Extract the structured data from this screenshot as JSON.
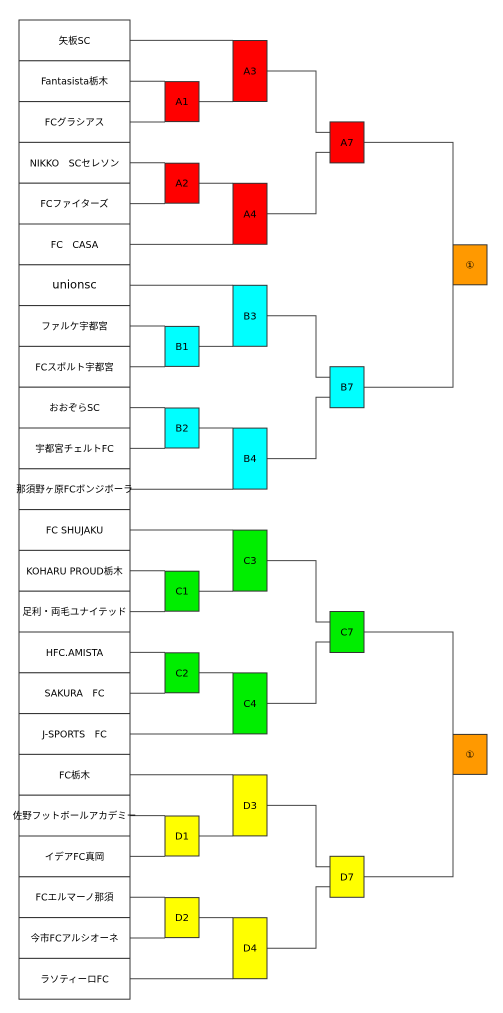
{
  "teams": [
    "矢板SC",
    "Fantasista栃木",
    "FCグラシアス",
    "NIKKO　SCセレソン",
    "FCファイターズ",
    "FC　CASA",
    "unionsc",
    "ファルケ宇都宮",
    "FCスポルト宇都宮",
    "おおぞらSC",
    "宇都宮チェルトFC",
    "那須野ヶ原FCボンジボーラ",
    "FC SHUJAKU",
    "KOHARU PROUD栃木",
    "足利・両毛ユナイテッド",
    "HFC.AMISTA",
    "SAKURA　FC",
    "J-SPORTS　FC",
    "FC栃木",
    "佐野フットボールアカデミー",
    "イデアFC真岡",
    "FCエルマーノ那須",
    "今市FCアルシオーネ",
    "ラソティーロFC"
  ],
  "colors": {
    "A": "#ff0000",
    "B": "#00ffff",
    "C": "#00ee00",
    "D": "#ffff00",
    "final": "#ff9900"
  },
  "matches": [
    {
      "label": "A1",
      "group": "A"
    },
    {
      "label": "A2",
      "group": "A"
    },
    {
      "label": "A3",
      "group": "A"
    },
    {
      "label": "A4",
      "group": "A"
    },
    {
      "label": "A7",
      "group": "A"
    },
    {
      "label": "B1",
      "group": "B"
    },
    {
      "label": "B2",
      "group": "B"
    },
    {
      "label": "B3",
      "group": "B"
    },
    {
      "label": "B4",
      "group": "B"
    },
    {
      "label": "B7",
      "group": "B"
    },
    {
      "label": "C1",
      "group": "C"
    },
    {
      "label": "C2",
      "group": "C"
    },
    {
      "label": "C3",
      "group": "C"
    },
    {
      "label": "C4",
      "group": "C"
    },
    {
      "label": "C7",
      "group": "C"
    },
    {
      "label": "D1",
      "group": "D"
    },
    {
      "label": "D2",
      "group": "D"
    },
    {
      "label": "D3",
      "group": "D"
    },
    {
      "label": "D4",
      "group": "D"
    },
    {
      "label": "D7",
      "group": "D"
    },
    {
      "label": "①",
      "group": "final"
    },
    {
      "label": "①",
      "group": "final"
    }
  ]
}
